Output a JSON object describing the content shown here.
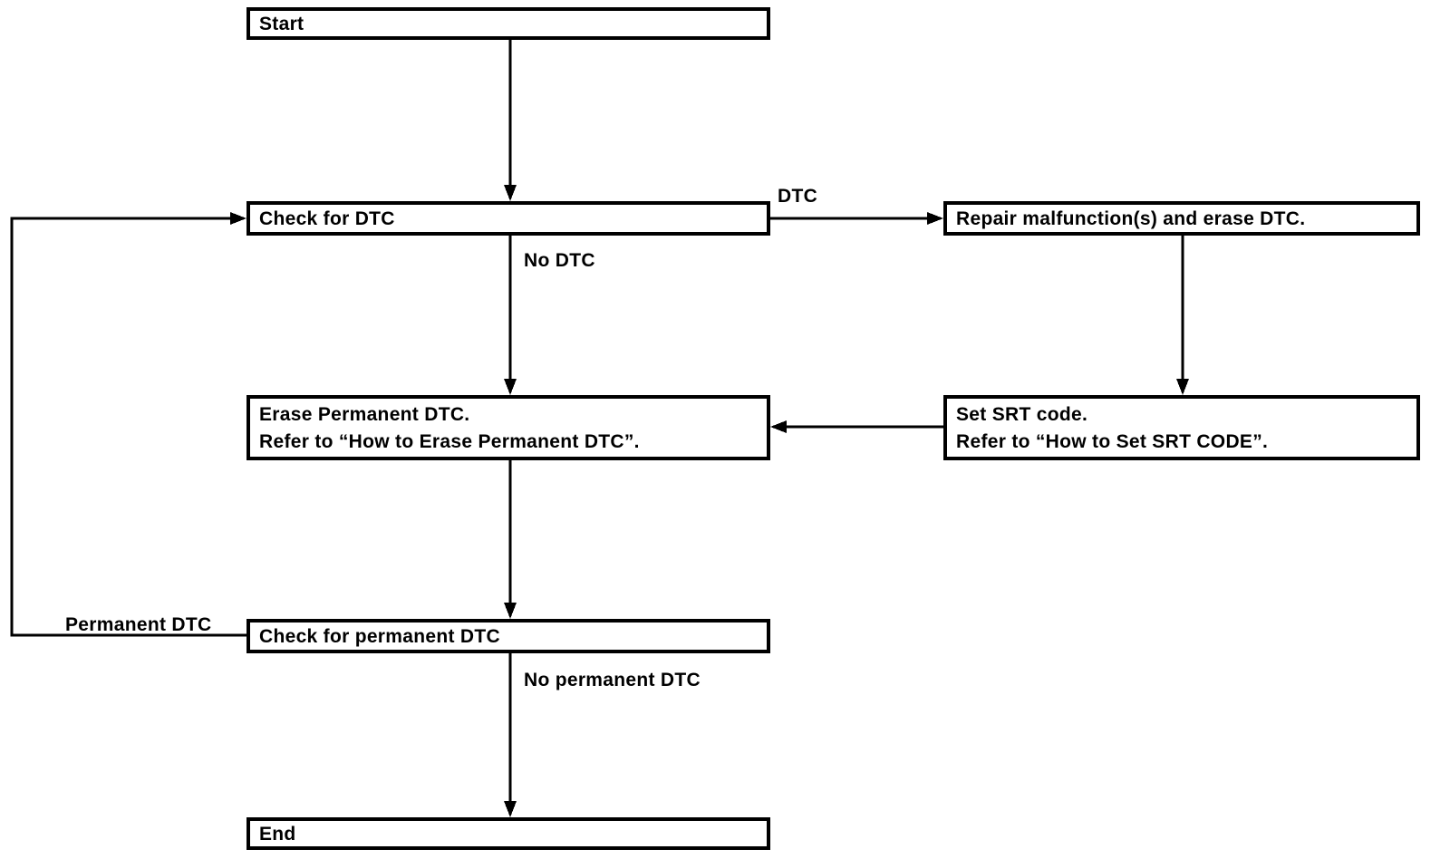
{
  "diagram": {
    "type": "flowchart",
    "colors": {
      "background": "#ffffff",
      "line": "#000000",
      "box_fill": "#ffffff",
      "text": "#000000"
    },
    "nodes": {
      "start": {
        "label": "Start"
      },
      "check_dtc": {
        "label": "Check for DTC"
      },
      "repair": {
        "label": "Repair malfunction(s) and erase DTC."
      },
      "erase_permanent": {
        "line1": "Erase Permanent DTC.",
        "line2": "Refer to “How to Erase Permanent DTC”."
      },
      "set_srt": {
        "line1": "Set SRT code.",
        "line2": "Refer to “How to Set SRT CODE”."
      },
      "check_permanent": {
        "label": "Check for permanent DTC"
      },
      "end": {
        "label": "End"
      }
    },
    "edge_labels": {
      "dtc": "DTC",
      "no_dtc": "No DTC",
      "permanent_dtc": "Permanent DTC",
      "no_permanent_dtc": "No permanent DTC"
    },
    "edges": [
      {
        "from": "start",
        "to": "check_dtc",
        "label": ""
      },
      {
        "from": "check_dtc",
        "to": "repair",
        "label": "DTC"
      },
      {
        "from": "check_dtc",
        "to": "erase_permanent",
        "label": "No DTC"
      },
      {
        "from": "repair",
        "to": "set_srt",
        "label": ""
      },
      {
        "from": "set_srt",
        "to": "erase_permanent",
        "label": ""
      },
      {
        "from": "erase_permanent",
        "to": "check_permanent",
        "label": ""
      },
      {
        "from": "check_permanent",
        "to": "check_dtc",
        "label": "Permanent DTC"
      },
      {
        "from": "check_permanent",
        "to": "end",
        "label": "No permanent DTC"
      }
    ]
  }
}
